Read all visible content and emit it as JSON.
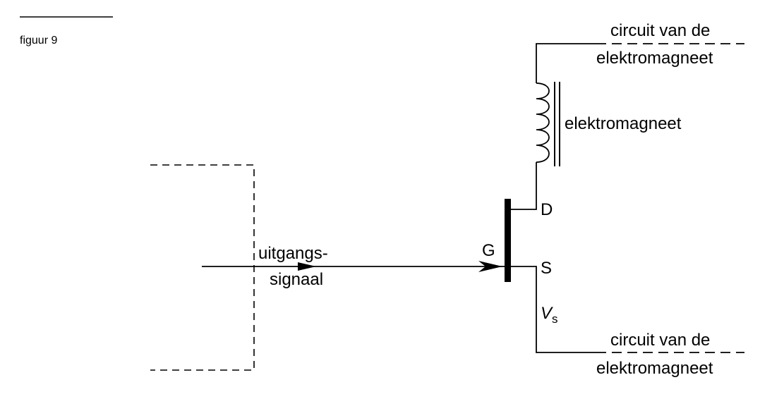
{
  "figure": {
    "caption": "figuur 9"
  },
  "labels": {
    "circuit_top_line1": "circuit van de",
    "circuit_top_line2": "elektromagneet",
    "coil": "elektromagneet",
    "drain": "D",
    "gate": "G",
    "source": "S",
    "voltage_symbol": "V",
    "voltage_subscript": "s",
    "input_line1": "uitgangs-",
    "input_line2": "signaal",
    "circuit_bottom_line1": "circuit van de",
    "circuit_bottom_line2": "elektromagneet"
  },
  "colors": {
    "ink": "#000000",
    "background": "#ffffff"
  }
}
